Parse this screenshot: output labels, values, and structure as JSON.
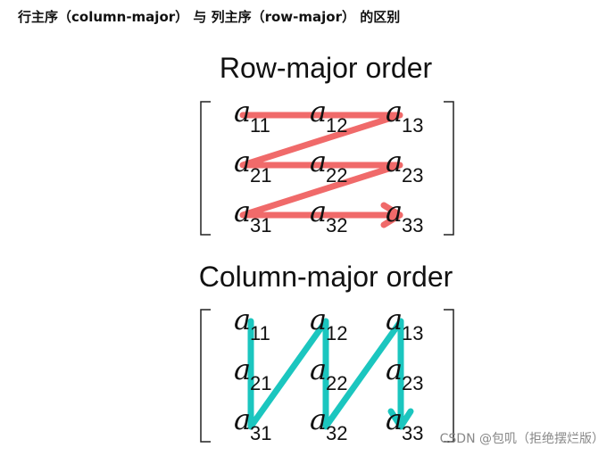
{
  "heading": "行主序（column-major） 与 列主序（row-major） 的区别",
  "row_major": {
    "title": "Row-major order",
    "arrow_color": "#f06a6a",
    "path": [
      "11",
      "12",
      "13",
      "21",
      "22",
      "23",
      "31",
      "32",
      "33"
    ]
  },
  "column_major": {
    "title": "Column-major order",
    "arrow_color": "#1bc6bf",
    "path": [
      "11",
      "21",
      "31",
      "12",
      "22",
      "32",
      "13",
      "23",
      "33"
    ]
  },
  "matrix": {
    "variable": "a",
    "rows": [
      [
        "11",
        "12",
        "13"
      ],
      [
        "21",
        "22",
        "23"
      ],
      [
        "31",
        "32",
        "33"
      ]
    ]
  },
  "watermark": "CSDN @包叽（拒绝摆烂版）"
}
